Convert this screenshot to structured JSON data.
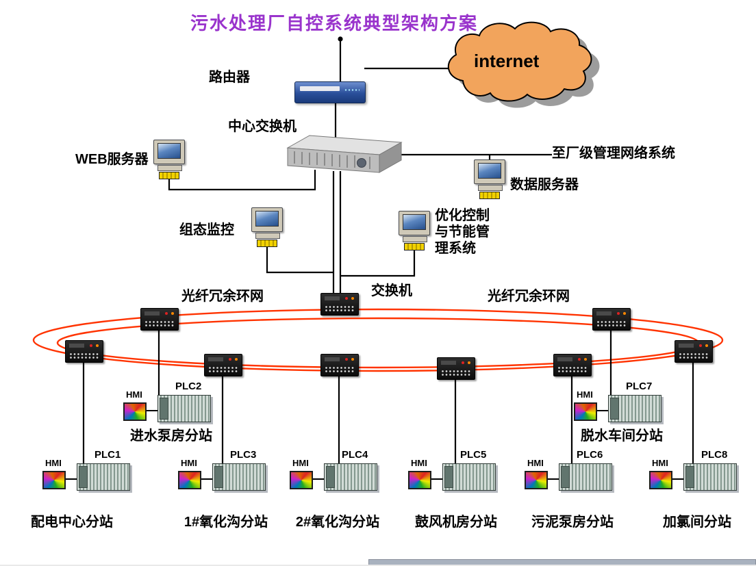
{
  "title": "污水处理厂自控系统典型架构方案",
  "colors": {
    "title": "#9933CC",
    "fiber_ring": "#FF3300",
    "cloud_fill": "#F2A45C",
    "connection_line": "#000000"
  },
  "internet": {
    "label": "internet"
  },
  "labels": {
    "router": "路由器",
    "central_switch": "中心交换机",
    "web_server": "WEB服务器",
    "plant_network": "至厂级管理网络系统",
    "data_server": "数据服务器",
    "scada_monitor": "组态监控",
    "optimization": "优化控制\n与节能管\n理系统",
    "ring_switch": "交换机",
    "fiber_ring_left": "光纤冗余环网",
    "fiber_ring_right": "光纤冗余环网"
  },
  "icons": {
    "router": "wireless-router",
    "internet": "internet-cloud",
    "workstation": "desktop-computer",
    "central_switch": "rack-switch-3d",
    "ring_switch": "din-rail-switch",
    "plc": "plc-rack",
    "hmi": "hmi-panel"
  },
  "stations": [
    {
      "plc": "PLC1",
      "hmi": "HMI",
      "name": "配电中心分站"
    },
    {
      "plc": "PLC2",
      "hmi": "HMI",
      "name": "进水泵房分站"
    },
    {
      "plc": "PLC3",
      "hmi": "HMI",
      "name": "1#氧化沟分站"
    },
    {
      "plc": "PLC4",
      "hmi": "HMI",
      "name": "2#氧化沟分站"
    },
    {
      "plc": "PLC5",
      "hmi": "HMI",
      "name": "鼓风机房分站"
    },
    {
      "plc": "PLC6",
      "hmi": "HMI",
      "name": "污泥泵房分站"
    },
    {
      "plc": "PLC7",
      "hmi": "HMI",
      "name": "脱水车间分站"
    },
    {
      "plc": "PLC8",
      "hmi": "HMI",
      "name": "加氯间分站"
    }
  ]
}
